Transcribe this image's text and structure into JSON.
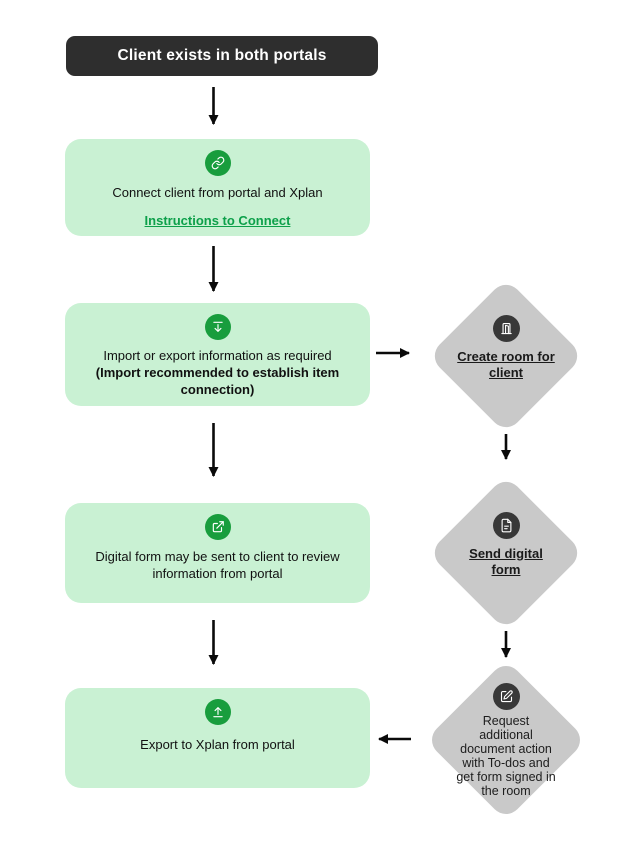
{
  "title": "Client exists in both portals",
  "steps": [
    {
      "name": "connect",
      "icon": "link-icon",
      "text": "Connect client from portal and Xplan",
      "link": "Instructions to Connect"
    },
    {
      "name": "import-export",
      "icon": "import-icon",
      "text": "Import or export information as required",
      "bold_note": "(Import recommended to establish item connection)"
    },
    {
      "name": "digital-form",
      "icon": "share-export-icon",
      "text": "Digital form may be sent to client to review information from portal"
    },
    {
      "name": "export",
      "icon": "upload-icon",
      "text": "Export to Xplan from portal"
    }
  ],
  "diamonds": [
    {
      "name": "create-room",
      "icon": "door-room-icon",
      "label": "Create room for client",
      "underlined": true
    },
    {
      "name": "send-digital-form",
      "icon": "document-icon",
      "label": "Send digital form",
      "underlined": true
    },
    {
      "name": "request-document-action",
      "icon": "edit-document-icon",
      "label": "Request additional document action with To-dos and get form signed in the room",
      "underlined": false
    }
  ],
  "colors": {
    "header_dark": "#2e2e2e",
    "step_box_green": "#c9f1d3",
    "accent_green": "#189d3d",
    "link_green": "#0da04a",
    "diamond_gray": "#c9c9c9",
    "icon_circle_dark": "#383838",
    "arrow_black": "#0a0a0a"
  }
}
